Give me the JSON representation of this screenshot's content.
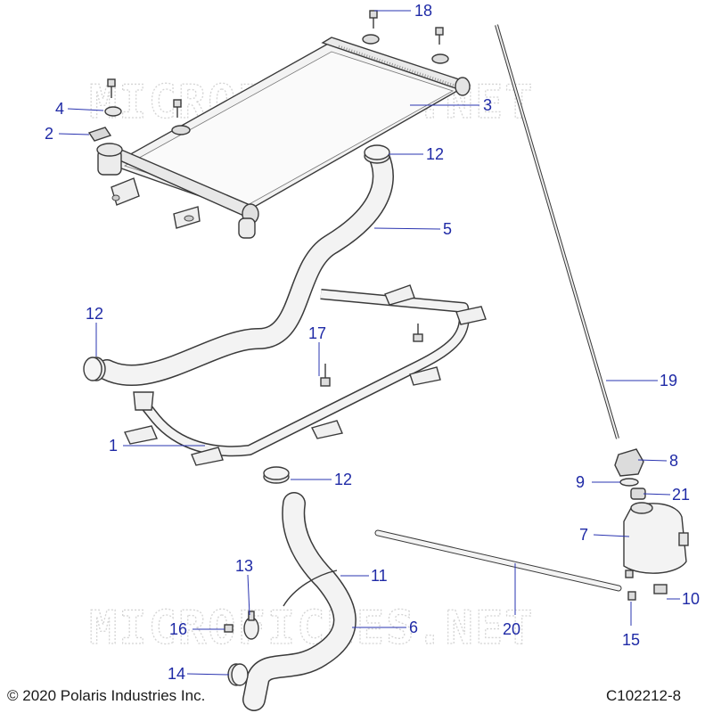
{
  "watermark": "MICROFICHES.NET",
  "copyright": "© 2020 Polaris Industries Inc.",
  "diagram_code": "C102212-8",
  "callouts": [
    {
      "id": "c1",
      "label": "1"
    },
    {
      "id": "c2",
      "label": "2"
    },
    {
      "id": "c3",
      "label": "3"
    },
    {
      "id": "c4",
      "label": "4"
    },
    {
      "id": "c5",
      "label": "5"
    },
    {
      "id": "c6",
      "label": "6"
    },
    {
      "id": "c7",
      "label": "7"
    },
    {
      "id": "c8",
      "label": "8"
    },
    {
      "id": "c9",
      "label": "9"
    },
    {
      "id": "c10",
      "label": "10"
    },
    {
      "id": "c11",
      "label": "11"
    },
    {
      "id": "c12a",
      "label": "12"
    },
    {
      "id": "c12b",
      "label": "12"
    },
    {
      "id": "c12c",
      "label": "12"
    },
    {
      "id": "c13",
      "label": "13"
    },
    {
      "id": "c14",
      "label": "14"
    },
    {
      "id": "c15",
      "label": "15"
    },
    {
      "id": "c16",
      "label": "16"
    },
    {
      "id": "c17",
      "label": "17"
    },
    {
      "id": "c18",
      "label": "18"
    },
    {
      "id": "c19",
      "label": "19"
    },
    {
      "id": "c20",
      "label": "20"
    },
    {
      "id": "c21",
      "label": "21"
    }
  ],
  "colors": {
    "callout": "#1f2aa6",
    "leader": "#2a34b0",
    "part_fill": "#f2f2f2",
    "part_stroke": "#3a3a3a",
    "watermark": "#d4d4d4"
  }
}
